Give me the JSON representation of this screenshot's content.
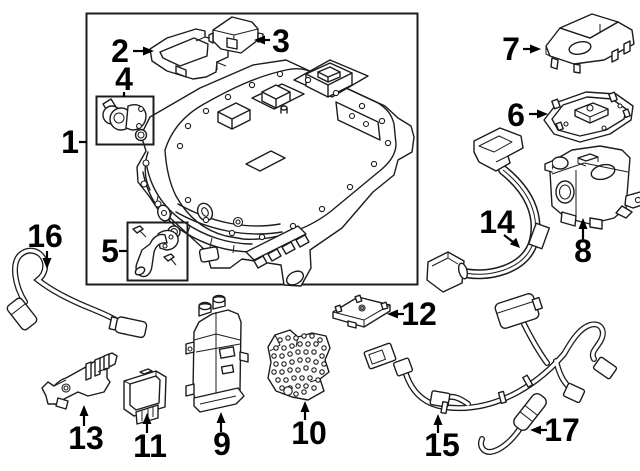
{
  "diagram": {
    "background_color": "#ffffff",
    "line_color": "#1c1c1c",
    "callouts": [
      {
        "label": "1"
      },
      {
        "label": "2"
      },
      {
        "label": "3"
      },
      {
        "label": "4"
      },
      {
        "label": "5"
      },
      {
        "label": "6"
      },
      {
        "label": "7"
      },
      {
        "label": "8"
      },
      {
        "label": "9"
      },
      {
        "label": "10"
      },
      {
        "label": "11"
      },
      {
        "label": "12"
      },
      {
        "label": "13"
      },
      {
        "label": "14"
      },
      {
        "label": "15"
      },
      {
        "label": "16"
      },
      {
        "label": "17"
      }
    ]
  }
}
